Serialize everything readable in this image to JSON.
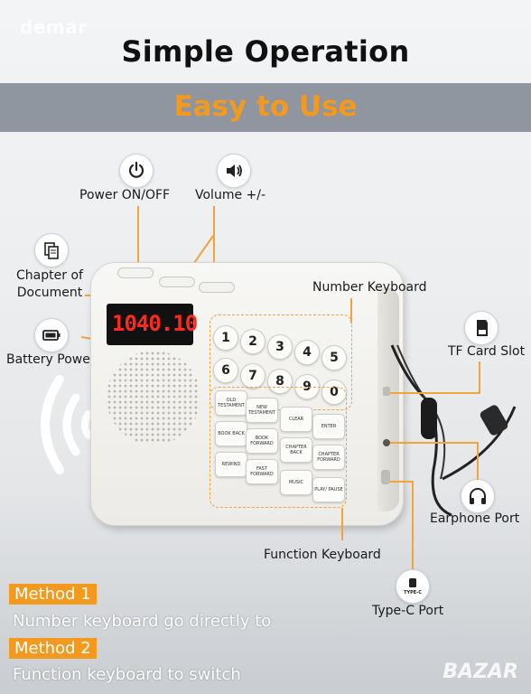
{
  "watermark_top": "demar",
  "watermark_bottom": "BAZAR",
  "title": "Simple Operation",
  "subtitle": "Easy to Use",
  "display_readout": "1040.10",
  "labels": {
    "power": "Power ON/OFF",
    "volume": "Volume +/-",
    "chapter": "Chapter of Document",
    "battery": "Battery Power",
    "number_keyboard": "Number Keyboard",
    "tf_card": "TF Card Slot",
    "earphone": "Earphone Port",
    "function_keyboard": "Function Keyboard",
    "type_c": "Type-C Port"
  },
  "icon_names": [
    "power-icon",
    "volume-icon",
    "document-icon",
    "battery-icon",
    "sd-card-icon",
    "headphones-icon",
    "usb-c-icon",
    "sound-waves-icon"
  ],
  "number_keys": [
    "1",
    "2",
    "3",
    "4",
    "5",
    "6",
    "7",
    "8",
    "9",
    "0"
  ],
  "function_keys": [
    "OLD TESTAMENT",
    "NEW TESTAMENT",
    "CLEAR",
    "ENTER",
    "BOOK BACK",
    "BOOK FORWARD",
    "CHAPTER BACK",
    "CHAPTER FORWARD",
    "REWIND",
    "FAST FORWARD",
    "MUSIC",
    "PLAY/ PAUSE"
  ],
  "methods": [
    {
      "tag": "Method 1",
      "text": "Number keyboard go directly to"
    },
    {
      "tag": "Method 2",
      "text": "Function keyboard to switch"
    }
  ],
  "colors": {
    "accent": "#f39a1e",
    "band": "#8f96a0",
    "display_red": "#ff2a1f"
  }
}
